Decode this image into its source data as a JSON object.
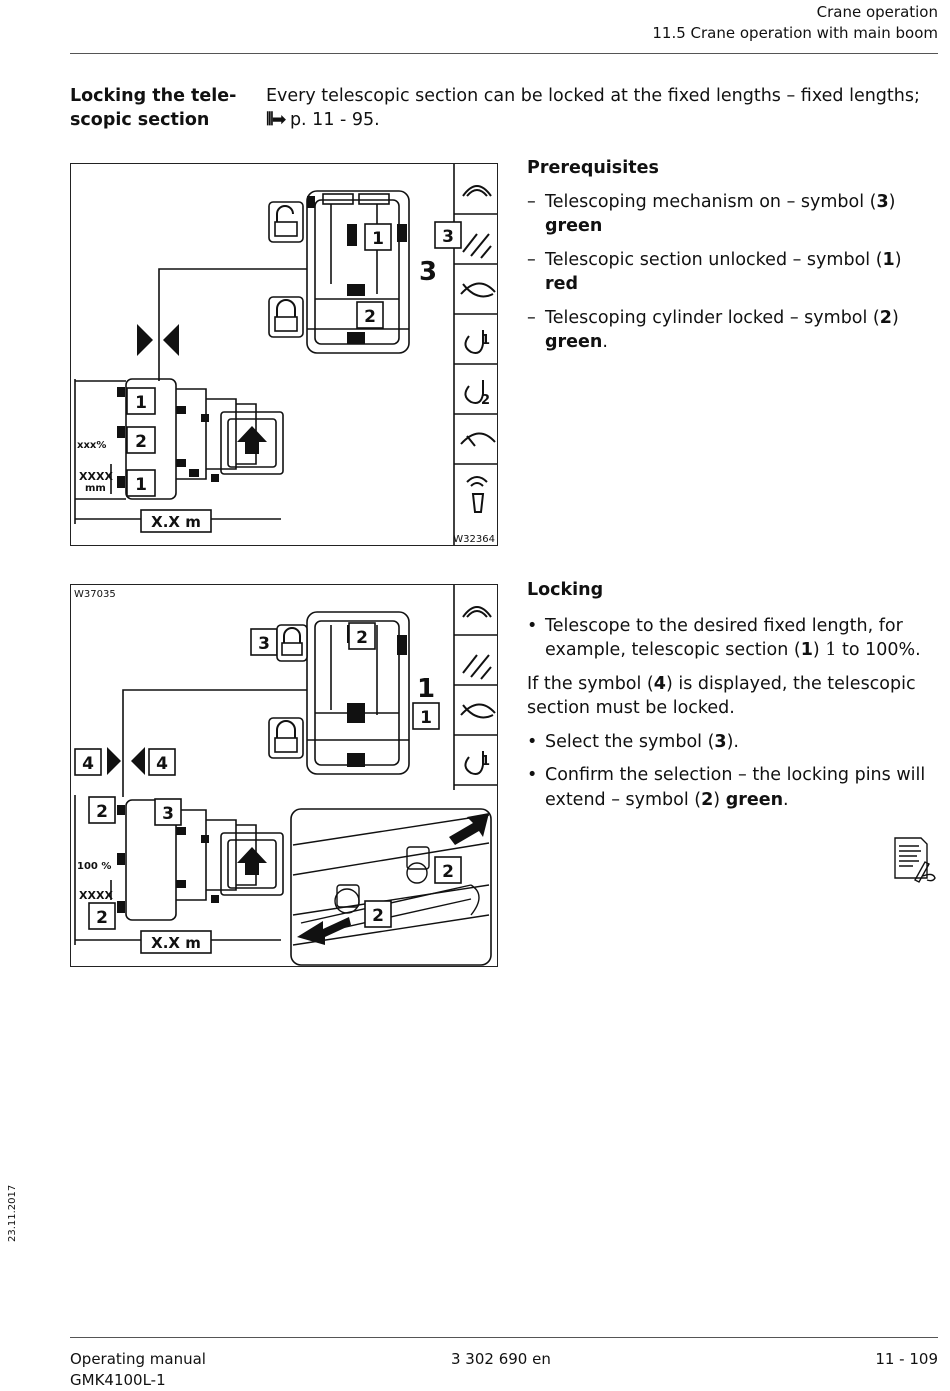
{
  "header": {
    "chapter": "Crane operation",
    "section": "11.5 Crane operation with main boom"
  },
  "section_title": "Locking the tele-\nscopic section",
  "intro": {
    "text": "Every telescopic section can be locked at the fixed lengths – fixed lengths;",
    "arrow": "⦀➡",
    "ref": "p. 11 - 95."
  },
  "figure1": {
    "code": "W32364",
    "labels": {
      "n1": "1",
      "n2": "2",
      "n3": "3",
      "big3": "3",
      "left1a": "1",
      "left2": "2",
      "left1b": "1",
      "pct": "xxx%",
      "mm_value": "XXXX",
      "mm_unit": "mm",
      "length": "X.X m",
      "hook1": "1",
      "hook2": "2"
    }
  },
  "prerequisites": {
    "title": "Prerequisites",
    "items": [
      {
        "marker": "–",
        "a": "Telescoping mechanism on – symbol (",
        "num": "3",
        "b": ")",
        "status": "green",
        "end": ""
      },
      {
        "marker": "–",
        "a": "Telescopic section unlocked – symbol (",
        "num": "1",
        "b": ")",
        "status": "red",
        "end": ""
      },
      {
        "marker": "–",
        "a": "Telescoping cylinder locked – symbol (",
        "num": "2",
        "b": ")",
        "status": "green",
        "end": "."
      }
    ]
  },
  "figure2": {
    "code": "W37035",
    "labels": {
      "n2": "2",
      "n3": "3",
      "big1": "1",
      "box1": "1",
      "left4": "4",
      "right4": "4",
      "l2a": "2",
      "l3": "3",
      "pct": "100 %",
      "mm_value": "XXXX",
      "l2b": "2",
      "length": "X.X m",
      "inset2a": "2",
      "inset2b": "2",
      "hook1": "1"
    }
  },
  "locking": {
    "title": "Locking",
    "bullet1": {
      "marker": "•",
      "a": "Telescope to the desired fixed length, for example, telescopic section (",
      "num": "1",
      "b": ") ",
      "section_no": "1",
      "c": " to 100%."
    },
    "para": {
      "a": "If the symbol (",
      "num": "4",
      "b": ") is displayed, the telescopic section must be locked."
    },
    "bullet2": {
      "marker": "•",
      "a": "Select the symbol (",
      "num": "3",
      "b": ")."
    },
    "bullet3": {
      "marker": "•",
      "a": "Confirm the selection – the locking pins will extend – symbol (",
      "num": "2",
      "b": ") ",
      "status": "green",
      "end": "."
    }
  },
  "footer": {
    "manual": "Operating manual",
    "model": "GMK4100L-1",
    "doc_no": "3 302 690 en",
    "page": "11 - 109"
  },
  "side_date": "23.11.2017",
  "icons": [
    "manual-note-icon",
    "unlocked-padlock-icon",
    "locked-padlock-icon",
    "hook-icon",
    "telescope-icon",
    "remote-control-icon"
  ]
}
